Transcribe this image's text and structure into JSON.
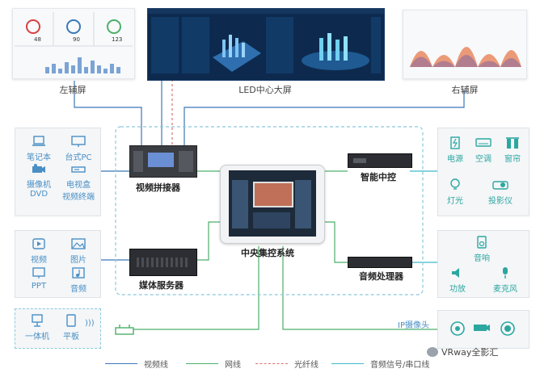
{
  "screens": {
    "left": {
      "label": "左辅屏",
      "gauges": [
        "48",
        "90",
        "123"
      ]
    },
    "center": {
      "label": "LED中心大屏"
    },
    "right": {
      "label": "右辅屏"
    }
  },
  "left_panel_top": {
    "items": [
      "笔记本",
      "台式PC",
      "摄像机",
      "电视盒",
      "DVD",
      "视频终端"
    ]
  },
  "left_panel_mid": {
    "items": [
      "视频",
      "图片",
      "PPT",
      "音频"
    ]
  },
  "left_panel_bottom": {
    "items": [
      "一体机",
      "平板"
    ]
  },
  "right_panel_top": {
    "items": [
      "电源",
      "空调",
      "窗帘",
      "灯光",
      "投影仪"
    ]
  },
  "right_panel_mid": {
    "items": [
      "音响",
      "功放",
      "麦克风"
    ]
  },
  "devices": {
    "splicer": "视频拼接器",
    "media_server": "媒体服务器",
    "central": "中央集控系统",
    "smart_control": "智能中控",
    "audio_processor": "音频处理器"
  },
  "ip_camera_label": "IP摄像头",
  "legend": [
    {
      "label": "视频线",
      "color": "#3a78b8",
      "style": "solid"
    },
    {
      "label": "网线",
      "color": "#4caf6a",
      "style": "solid"
    },
    {
      "label": "光纤线",
      "color": "#e07070",
      "style": "dashed"
    },
    {
      "label": "音频信号/串口线",
      "color": "#3fb9c9",
      "style": "solid"
    }
  ],
  "watermark": "VRway全影汇",
  "colors": {
    "video": "#3a78b8",
    "network": "#4caf6a",
    "fiber": "#e07070",
    "audio": "#3fb9c9",
    "icon_blue": "#4a8fc4",
    "icon_teal": "#2ca7a0"
  }
}
